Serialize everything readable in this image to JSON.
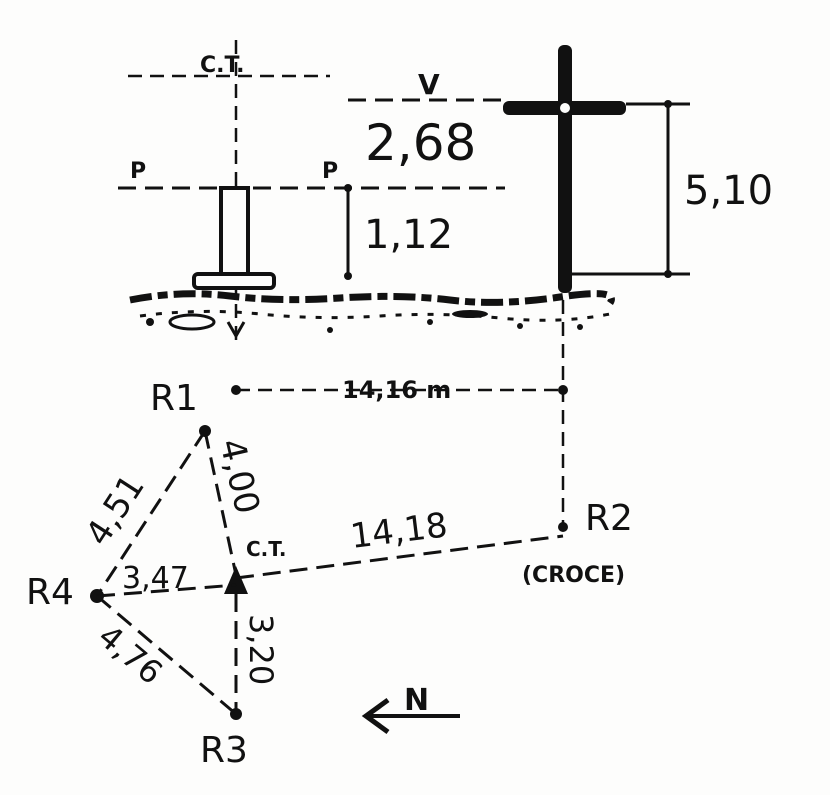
{
  "labels": {
    "ct_top": "C.T.",
    "v_level": "V",
    "height_above": "2,68",
    "p_left": "P",
    "p_right": "P",
    "pillar_height": "1,12",
    "cross_height": "5,10",
    "distance": "14,16 m",
    "r1": "R1",
    "r2": "R2",
    "r3": "R3",
    "r4": "R4",
    "r2_note": "(CROCE)",
    "ct_station": "C.T.",
    "north": "N"
  },
  "measurements": {
    "r1_r4": "4,51",
    "r1_ct": "4,00",
    "ct_r2": "14,18",
    "r4_ct": "3,47",
    "r4_r3": "4,76",
    "ct_r3": "3,20"
  },
  "colors": {
    "ink": "#111111",
    "paper": "#fdfdfc"
  }
}
